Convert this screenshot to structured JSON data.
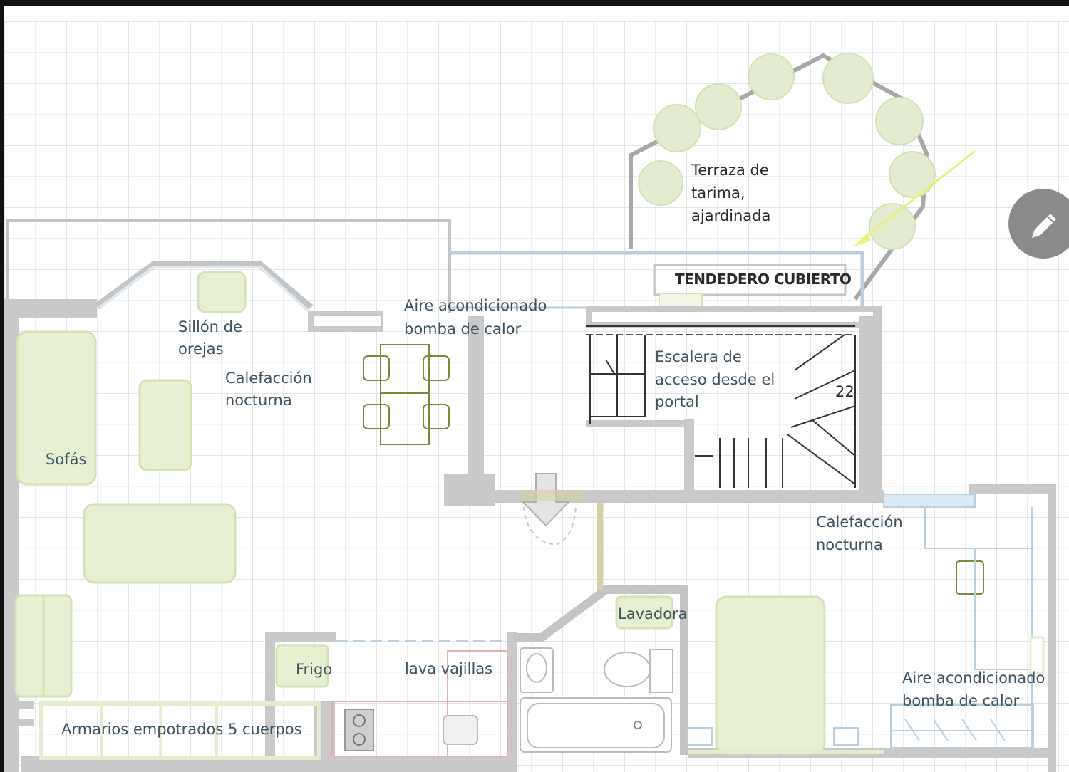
{
  "plan": {
    "labels": {
      "terrace": [
        "Terraza de",
        "tarima,",
        "ajardinada"
      ],
      "drying_room": "TENDEDERO CUBIERTO",
      "ac_top": [
        "Aire acondicionado",
        "bomba de calor"
      ],
      "armchair": [
        "Sillón de",
        "orejas"
      ],
      "heating_left": [
        "Calefacción",
        "nocturna"
      ],
      "sofas": "Sofás",
      "stairs": [
        "Escalera  de",
        "acceso desde el",
        "portal"
      ],
      "heating_right": [
        "Calefacción",
        "nocturna"
      ],
      "washer": "Lavadora",
      "fridge": "Frigo",
      "dishwasher": "lava vajillas",
      "ac_bottom": [
        "Aire acondicionado",
        "bomba de calor"
      ],
      "closets": "Armarios empotrados 5 cuerpos",
      "step_number": "22"
    }
  },
  "toolbar": {
    "edit_icon": "pencil-icon"
  },
  "colors": {
    "grid": "#dcdcdc",
    "wall": "#c9c9c9",
    "furniture": "#e8f0d4",
    "window": "#b9cfe0",
    "arrow": "#e9f07a",
    "edit_button": "#8a8a8a"
  }
}
